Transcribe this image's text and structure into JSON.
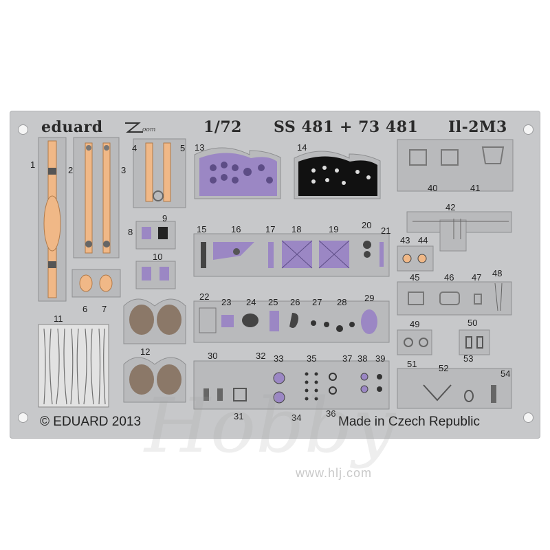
{
  "header": {
    "brand": "eduard",
    "scale": "1/72",
    "set_code": "SS 481 + 73 481",
    "model": "Il-2M3"
  },
  "footer": {
    "copyright": "© EDUARD 2013",
    "origin": "Made in Czech Republic"
  },
  "watermark": {
    "url": "www.hlj.com"
  },
  "part_numbers": [
    "1",
    "2",
    "3",
    "4",
    "5",
    "6",
    "7",
    "8",
    "9",
    "10",
    "11",
    "12",
    "13",
    "14",
    "15",
    "16",
    "17",
    "18",
    "19",
    "20",
    "21",
    "22",
    "23",
    "24",
    "25",
    "26",
    "27",
    "28",
    "29",
    "30",
    "31",
    "32",
    "33",
    "34",
    "35",
    "36",
    "37",
    "38",
    "39",
    "40",
    "41",
    "42",
    "43",
    "44",
    "45",
    "46",
    "47",
    "48",
    "49",
    "50",
    "51",
    "52",
    "53",
    "54"
  ],
  "colors": {
    "fret": "#c7c8ca",
    "belt": "#f0b887",
    "panel_purple": "#9b87c4",
    "panel_black": "#111111",
    "cushion_brown": "#8b7868"
  }
}
